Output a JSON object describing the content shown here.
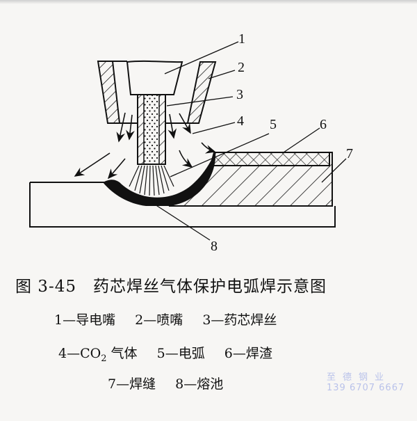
{
  "figure": {
    "number": "图 3-45",
    "title": "药芯焊丝气体保护电弧焊示意图",
    "callout_numbers": [
      "1",
      "2",
      "3",
      "4",
      "5",
      "6",
      "7",
      "8"
    ]
  },
  "legend": {
    "row1": [
      {
        "num": "1",
        "label": "导电嘴"
      },
      {
        "num": "2",
        "label": "喷嘴"
      },
      {
        "num": "3",
        "label": "药芯焊丝"
      }
    ],
    "row2": [
      {
        "num": "4",
        "label_prefix": "CO",
        "label_sub": "2",
        "label_suffix": " 气体"
      },
      {
        "num": "5",
        "label": "电弧"
      },
      {
        "num": "6",
        "label": "焊渣"
      }
    ],
    "row3": [
      {
        "num": "7",
        "label": "焊缝"
      },
      {
        "num": "8",
        "label": "熔池"
      }
    ],
    "dash": "—"
  },
  "watermark": {
    "company": "至德钢业",
    "phone": "139 6707 6667",
    "color": "#b9c2ea"
  }
}
